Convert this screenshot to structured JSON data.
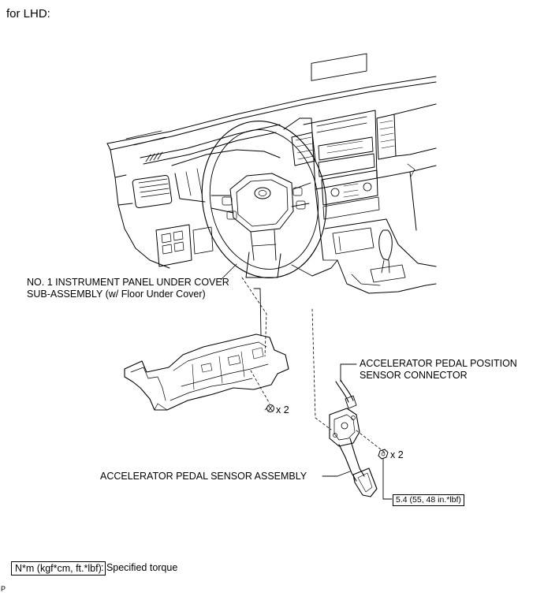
{
  "heading": "for LHD:",
  "callouts": {
    "under_cover_line1": "NO. 1 INSTRUMENT PANEL UNDER COVER",
    "under_cover_line2": "SUB-ASSEMBLY (w/ Floor Under Cover)",
    "connector_line1": "ACCELERATOR PEDAL POSITION",
    "connector_line2": "SENSOR CONNECTOR",
    "pedal_assembly": "ACCELERATOR PEDAL SENSOR ASSEMBLY"
  },
  "fasteners": {
    "bolt_qty": "x 2",
    "nut_qty": "x 2",
    "nut_torque": "5.4 (55, 48 in.*lbf)"
  },
  "legend": {
    "unit_box": "N*m (kgf*cm, ft.*lbf)",
    "unit_desc": ": Specified torque"
  },
  "corner_mark": "P"
}
